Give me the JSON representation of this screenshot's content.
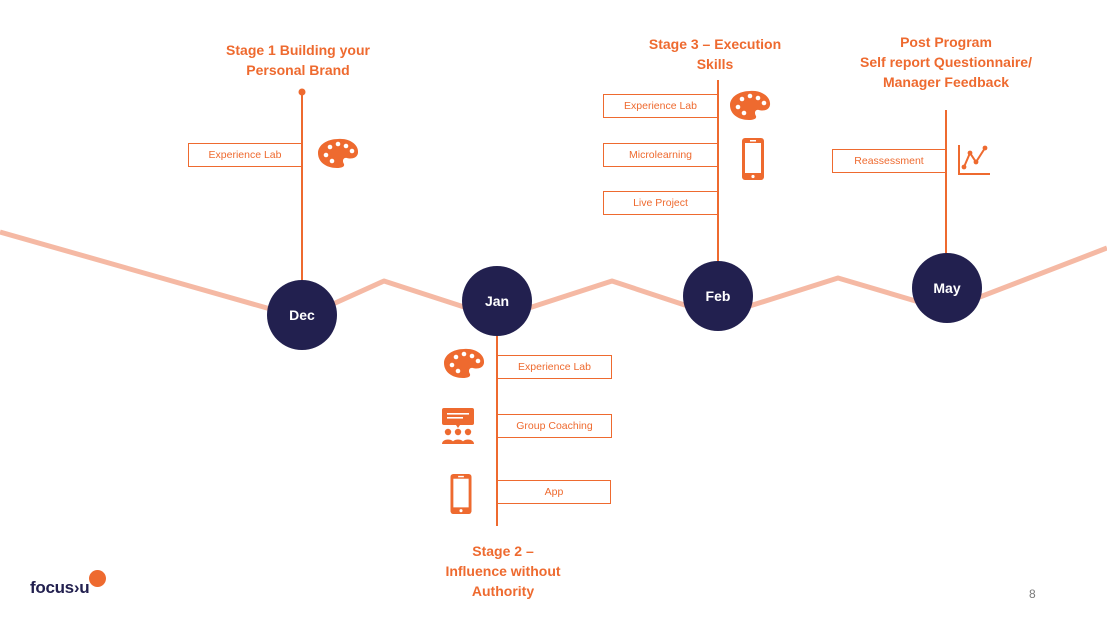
{
  "colors": {
    "accent": "#ee6a2f",
    "navy": "#22204f",
    "wave": "#f5b9a4"
  },
  "stages": {
    "s1": {
      "line1": "Stage 1 Building your",
      "line2": "Personal Brand"
    },
    "s2": {
      "line1": "Stage 2 –",
      "line2": "Influence without",
      "line3": "Authority"
    },
    "s3": {
      "line1": "Stage 3 – Execution",
      "line2": "Skills"
    },
    "post": {
      "line1": "Post Program",
      "line2": "Self report Questionnaire/",
      "line3": "Manager Feedback"
    }
  },
  "months": {
    "dec": "Dec",
    "jan": "Jan",
    "feb": "Feb",
    "may": "May"
  },
  "activities": {
    "dec": [
      "Experience Lab"
    ],
    "jan": [
      "Experience Lab",
      "Group Coaching",
      "App"
    ],
    "feb": [
      "Experience Lab",
      "Microlearning",
      "Live Project"
    ],
    "may": [
      "Reassessment"
    ]
  },
  "icons": {
    "palette": "palette-icon",
    "phone": "smartphone-icon",
    "coaching": "group-coaching-icon",
    "chart": "line-chart-icon"
  },
  "logo": {
    "text": "focus›u"
  },
  "page_number": "8"
}
